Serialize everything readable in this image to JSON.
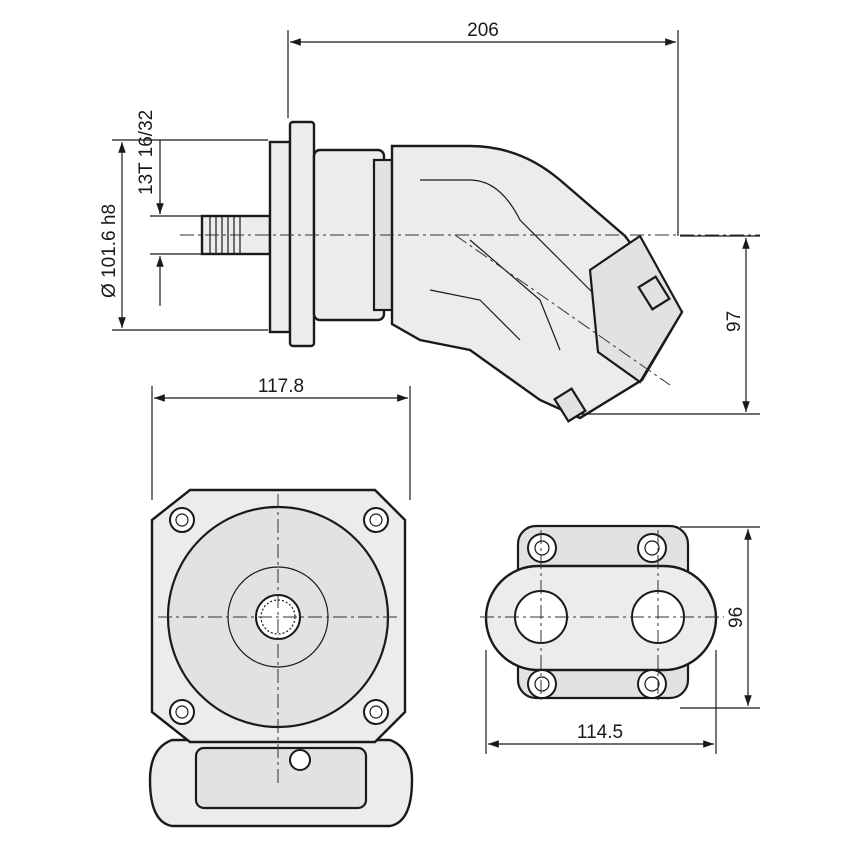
{
  "dimensions": {
    "overall_length": "206",
    "spline": "13T 16/32",
    "pilot_diameter": "Ø 101.6 h8",
    "port_offset": "97",
    "flange_width": "117.8",
    "port_height": "96",
    "port_width": "114.5"
  }
}
